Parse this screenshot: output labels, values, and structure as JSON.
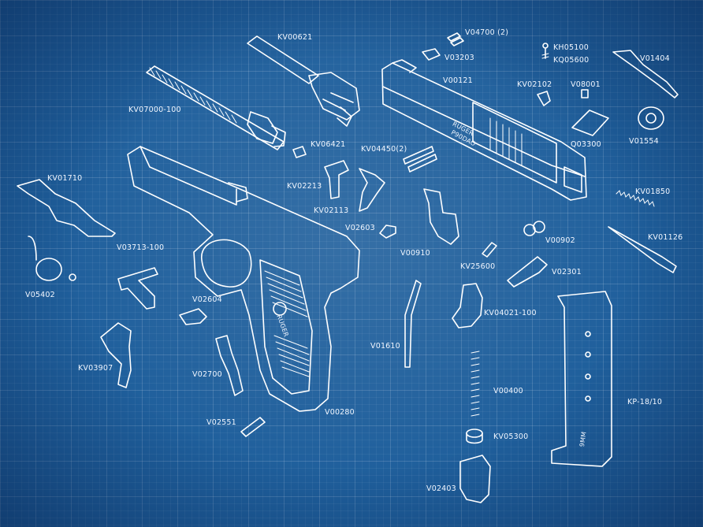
{
  "labels": {
    "kv00621": "KV00621",
    "v04700": "V04700 (2)",
    "v03203": "V03203",
    "kh05100": "KH05100",
    "kq05600": "KQ05600",
    "v01404": "V01404",
    "v00121": "V00121",
    "kv02102": "KV02102",
    "v08001": "V08001",
    "kv07000": "KV07000-100",
    "q03300": "Q03300",
    "v01554": "V01554",
    "kv06421": "KV06421",
    "kv04450": "KV04450(2)",
    "kv01710": "KV01710",
    "kv02213": "KV02213",
    "kv01850": "KV01850",
    "kv02113": "KV02113",
    "v02603": "V02603",
    "v00902": "V00902",
    "kv01126": "KV01126",
    "v03713": "V03713-100",
    "v00910": "V00910",
    "kv25600": "KV25600",
    "v02301": "V02301",
    "v05402": "V05402",
    "v02604": "V02604",
    "kv04021": "KV04021-100",
    "kv03907": "KV03907",
    "v01610": "V01610",
    "v02700": "V02700",
    "v00400": "V00400",
    "kp18": "KP-18/10",
    "v00280": "V00280",
    "v02551": "V02551",
    "kv05300": "KV05300",
    "v02403": "V02403"
  },
  "engravings": {
    "frame_logo": "RUGER",
    "slide_logo": "RUGER",
    "slide_model": "P90DAO",
    "magazine_caliber": "9MM"
  },
  "colors": {
    "background": "#1f5f9c",
    "line": "#ffffff",
    "text": "#f2f7ff"
  }
}
